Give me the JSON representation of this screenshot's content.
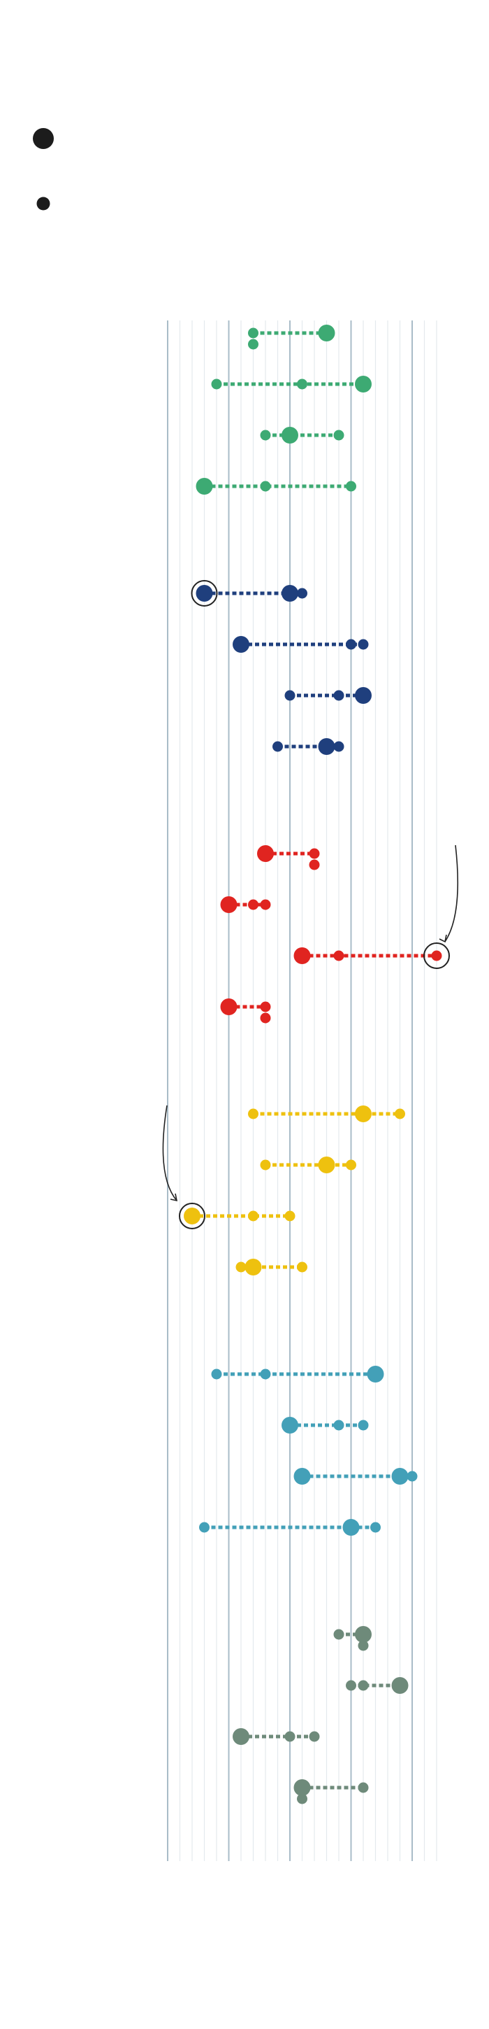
{
  "chart_data": {
    "type": "scatter",
    "title": "",
    "xlabel": "",
    "ylabel": "",
    "xlim": [
      -1,
      21
    ],
    "grid": true,
    "legend": {
      "placement": "top-left",
      "items": [
        {
          "marker": "large-dot",
          "label": ""
        },
        {
          "marker": "small-dot",
          "label": ""
        }
      ]
    },
    "colors": {
      "green": "#3daa73",
      "navy": "#1f3f7d",
      "red": "#e02420",
      "yellow": "#eec10f",
      "teal": "#43a0b8",
      "gray": "#6e8a7a",
      "major_grid": "#a9bcc8",
      "minor_grid": "#e4e9ed",
      "annotation": "#222222"
    },
    "groups": [
      {
        "color": "#3daa73",
        "rows": [
          {
            "segment": [
              6,
              12
            ],
            "dots": [
              {
                "x": 6,
                "size": "small"
              },
              {
                "x": 12,
                "size": "large"
              },
              {
                "x": 6,
                "size": "small",
                "dropped": true
              }
            ]
          },
          {
            "segment": [
              3,
              15
            ],
            "dots": [
              {
                "x": 3,
                "size": "small"
              },
              {
                "x": 10,
                "size": "small"
              },
              {
                "x": 15,
                "size": "large"
              }
            ]
          },
          {
            "segment": [
              7,
              13
            ],
            "dots": [
              {
                "x": 7,
                "size": "small"
              },
              {
                "x": 9,
                "size": "large"
              },
              {
                "x": 13,
                "size": "small"
              }
            ]
          },
          {
            "segment": [
              2,
              14
            ],
            "dots": [
              {
                "x": 2,
                "size": "large"
              },
              {
                "x": 7,
                "size": "small"
              },
              {
                "x": 14,
                "size": "small"
              }
            ]
          }
        ]
      },
      {
        "color": "#1f3f7d",
        "rows": [
          {
            "segment": [
              2,
              10
            ],
            "dots": [
              {
                "x": 2,
                "size": "large",
                "circled": true
              },
              {
                "x": 9,
                "size": "large"
              },
              {
                "x": 10,
                "size": "small"
              }
            ]
          },
          {
            "segment": [
              5,
              15
            ],
            "dots": [
              {
                "x": 5,
                "size": "large"
              },
              {
                "x": 14,
                "size": "small"
              },
              {
                "x": 15,
                "size": "small"
              }
            ]
          },
          {
            "segment": [
              9,
              15
            ],
            "dots": [
              {
                "x": 9,
                "size": "small"
              },
              {
                "x": 13,
                "size": "small"
              },
              {
                "x": 15,
                "size": "large"
              }
            ]
          },
          {
            "segment": [
              8,
              13
            ],
            "dots": [
              {
                "x": 8,
                "size": "small"
              },
              {
                "x": 12,
                "size": "large"
              },
              {
                "x": 13,
                "size": "small"
              }
            ]
          }
        ]
      },
      {
        "color": "#e02420",
        "rows": [
          {
            "segment": [
              7,
              11
            ],
            "dots": [
              {
                "x": 7,
                "size": "large"
              },
              {
                "x": 11,
                "size": "small"
              },
              {
                "x": 11,
                "size": "small",
                "dropped": true
              }
            ]
          },
          {
            "segment": [
              4,
              7
            ],
            "dots": [
              {
                "x": 4,
                "size": "large"
              },
              {
                "x": 6,
                "size": "small"
              },
              {
                "x": 7,
                "size": "small"
              }
            ]
          },
          {
            "segment": [
              10,
              21
            ],
            "dots": [
              {
                "x": 10,
                "size": "large"
              },
              {
                "x": 13,
                "size": "small"
              },
              {
                "x": 21,
                "size": "small",
                "circled": true
              }
            ],
            "annotation": "arrow-from-upper-right"
          },
          {
            "segment": [
              4,
              7
            ],
            "dots": [
              {
                "x": 4,
                "size": "large"
              },
              {
                "x": 7,
                "size": "small"
              },
              {
                "x": 7,
                "size": "small",
                "dropped": true
              }
            ]
          }
        ]
      },
      {
        "color": "#eec10f",
        "rows": [
          {
            "segment": [
              6,
              18
            ],
            "dots": [
              {
                "x": 6,
                "size": "small"
              },
              {
                "x": 15,
                "size": "large"
              },
              {
                "x": 18,
                "size": "small"
              }
            ]
          },
          {
            "segment": [
              7,
              14
            ],
            "dots": [
              {
                "x": 7,
                "size": "small"
              },
              {
                "x": 12,
                "size": "large"
              },
              {
                "x": 14,
                "size": "small"
              }
            ]
          },
          {
            "segment": [
              1,
              9
            ],
            "dots": [
              {
                "x": 1,
                "size": "large",
                "circled": true
              },
              {
                "x": 6,
                "size": "small"
              },
              {
                "x": 9,
                "size": "small"
              }
            ],
            "annotation": "arrow-from-upper-left"
          },
          {
            "segment": [
              5,
              10
            ],
            "dots": [
              {
                "x": 5,
                "size": "small"
              },
              {
                "x": 6,
                "size": "large"
              },
              {
                "x": 10,
                "size": "small"
              }
            ]
          }
        ]
      },
      {
        "color": "#43a0b8",
        "rows": [
          {
            "segment": [
              3,
              16
            ],
            "dots": [
              {
                "x": 3,
                "size": "small"
              },
              {
                "x": 7,
                "size": "small"
              },
              {
                "x": 16,
                "size": "large"
              }
            ]
          },
          {
            "segment": [
              9,
              15
            ],
            "dots": [
              {
                "x": 9,
                "size": "large"
              },
              {
                "x": 13,
                "size": "small"
              },
              {
                "x": 15,
                "size": "small"
              }
            ]
          },
          {
            "segment": [
              10,
              19
            ],
            "dots": [
              {
                "x": 10,
                "size": "large"
              },
              {
                "x": 18,
                "size": "large"
              },
              {
                "x": 19,
                "size": "small"
              }
            ]
          },
          {
            "segment": [
              2,
              16
            ],
            "dots": [
              {
                "x": 2,
                "size": "small"
              },
              {
                "x": 14,
                "size": "large"
              },
              {
                "x": 16,
                "size": "small"
              }
            ]
          }
        ]
      },
      {
        "color": "#6e8a7a",
        "rows": [
          {
            "segment": [
              13,
              15
            ],
            "dots": [
              {
                "x": 13,
                "size": "small"
              },
              {
                "x": 15,
                "size": "large"
              },
              {
                "x": 15,
                "size": "small",
                "dropped": true
              }
            ]
          },
          {
            "segment": [
              14,
              18
            ],
            "dots": [
              {
                "x": 14,
                "size": "small"
              },
              {
                "x": 15,
                "size": "small"
              },
              {
                "x": 18,
                "size": "large"
              }
            ]
          },
          {
            "segment": [
              5,
              11
            ],
            "dots": [
              {
                "x": 5,
                "size": "large"
              },
              {
                "x": 9,
                "size": "small"
              },
              {
                "x": 11,
                "size": "small"
              }
            ]
          },
          {
            "segment": [
              10,
              15
            ],
            "dots": [
              {
                "x": 10,
                "size": "large"
              },
              {
                "x": 15,
                "size": "small"
              },
              {
                "x": 10,
                "size": "small",
                "dropped": true
              }
            ]
          }
        ]
      }
    ]
  }
}
